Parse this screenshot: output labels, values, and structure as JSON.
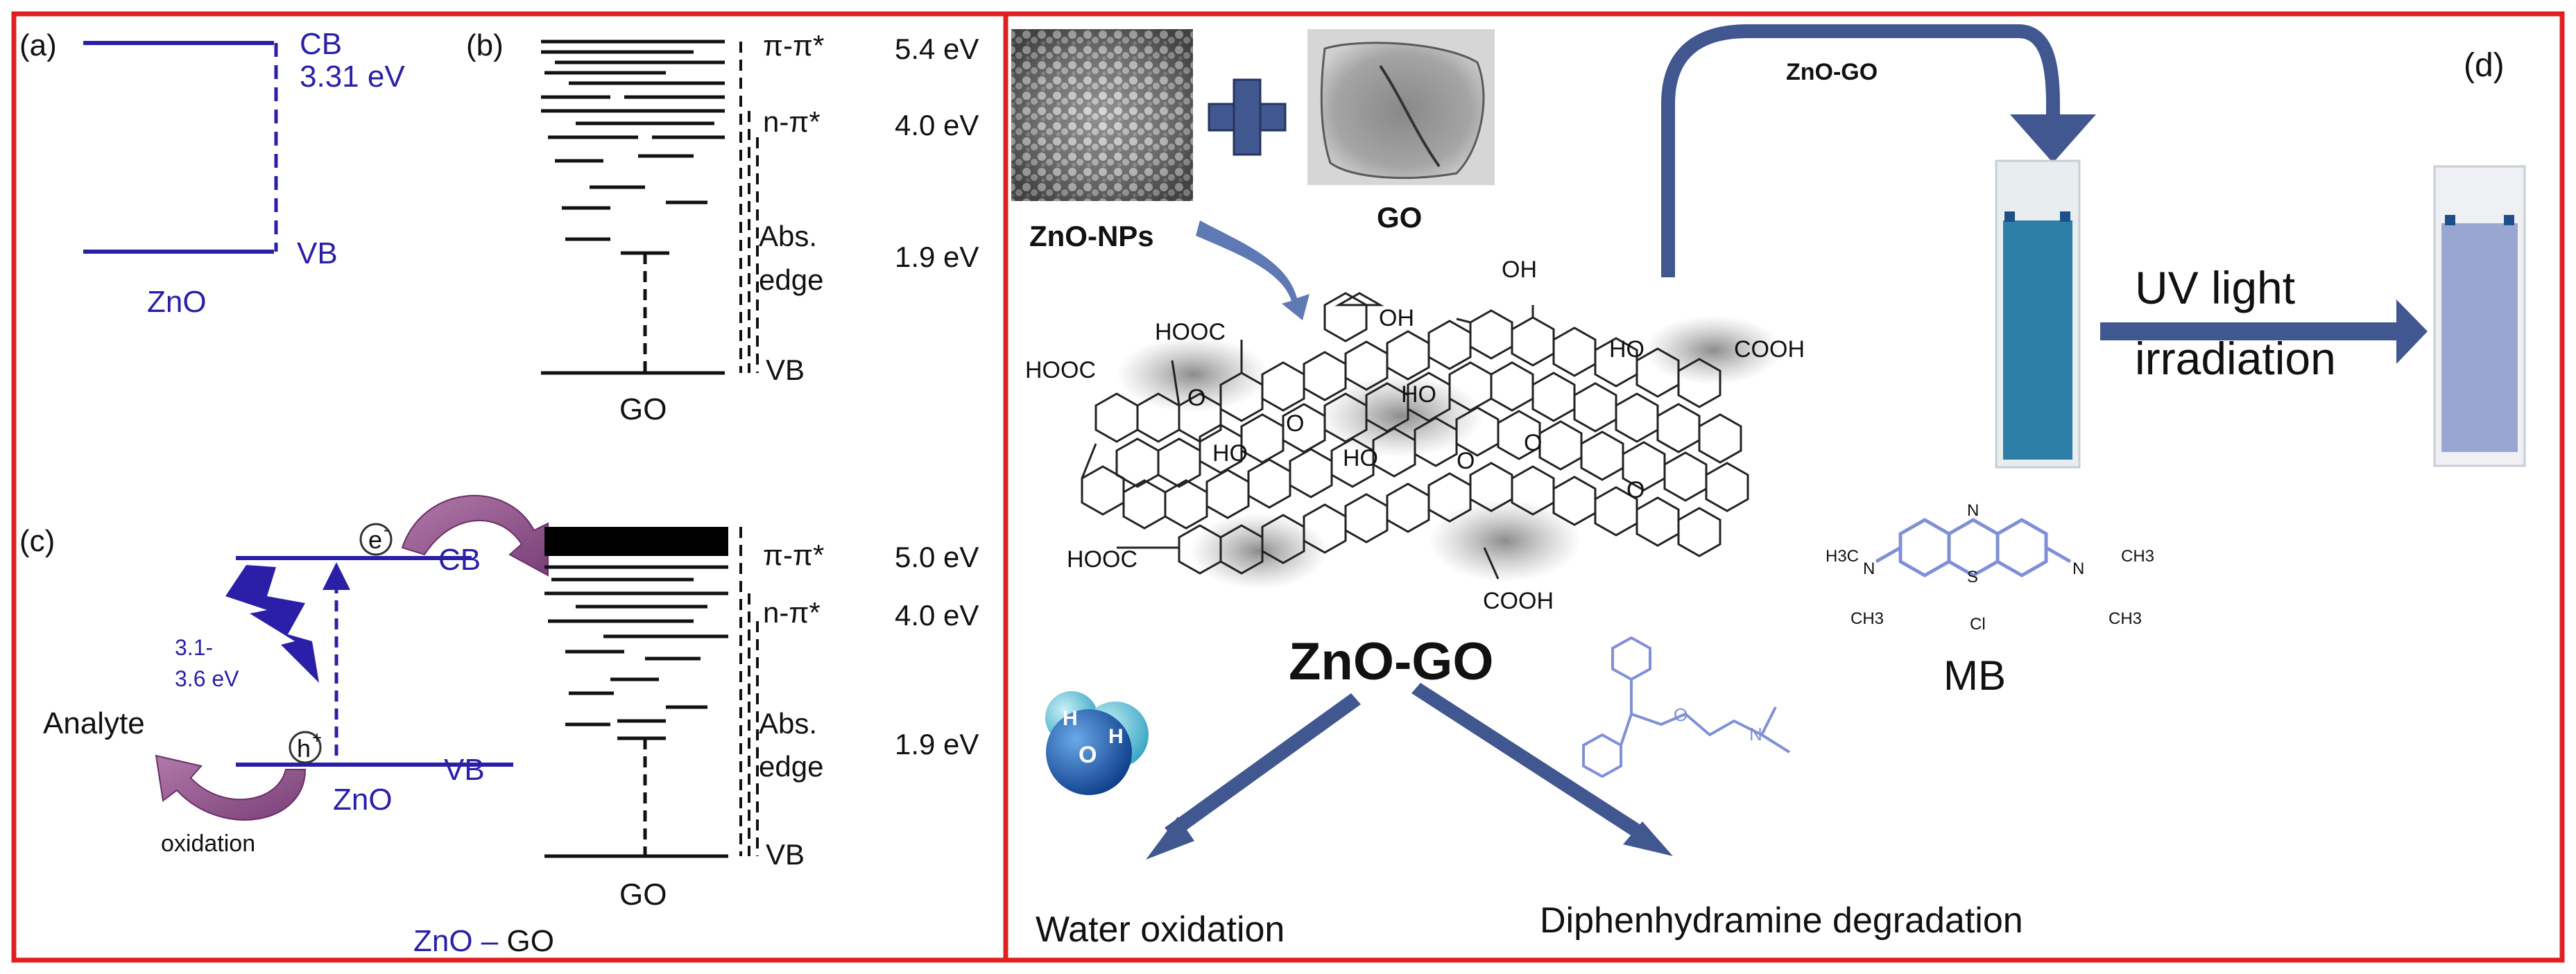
{
  "panel_a": {
    "tag": "(a)",
    "cb": "CB",
    "gap": "3.31 eV",
    "vb": "VB",
    "material": "ZnO"
  },
  "panel_b": {
    "tag": "(b)",
    "pi_pi": "π-π*",
    "n_pi": "n-π*",
    "abs_1": "Abs.",
    "abs_2": "edge",
    "vb": "VB",
    "material": "GO",
    "e1": "5.4 eV",
    "e2": "4.0 eV",
    "e3": "1.9 eV"
  },
  "panel_c": {
    "tag": "(c)",
    "electron": "e",
    "electron_sup": "-",
    "hole": "h",
    "hole_sup": "+",
    "cb": "CB",
    "vb": "VB",
    "zno": "ZnO",
    "gap_1": "3.1-",
    "gap_2": "3.6 eV",
    "analyte": "Analyte",
    "oxidation": "oxidation",
    "pi_pi": "π-π*",
    "n_pi": "n-π*",
    "abs_1": "Abs.",
    "abs_2": "edge",
    "vb_go": "VB",
    "go": "GO",
    "e1": "5.0 eV",
    "e2": "4.0 eV",
    "e3": "1.9 eV",
    "composite_a": "ZnO – ",
    "composite_b": "GO"
  },
  "panel_d": {
    "tag": "(d)",
    "zno_nps": "ZnO-NPs",
    "go": "GO",
    "arrow_label": "ZnO-GO",
    "composite": "ZnO-GO",
    "uv_1": "UV light",
    "uv_2": "irradiation",
    "mb": "MB",
    "water_ox": "Water oxidation",
    "dph": "Diphenhydramine degradation",
    "h2o_h": "H",
    "h2o_o": "O",
    "cooh": "COOH",
    "hooc": "HOOC",
    "oh": "OH",
    "ho": "HO",
    "o": "O",
    "mb_n": "N",
    "mb_s": "S",
    "mb_cl": "Cl",
    "mb_h3c": "H3C",
    "mb_ch3": "CH3",
    "dph_o": "O",
    "dph_n": "N"
  },
  "colors": {
    "frame": "#e02020",
    "zno_blue": "#2b1fa8",
    "arrow_blue": "#41578f",
    "cuvette": "#2e7fa8",
    "cuvette_after": "#9aa6d2",
    "molecule": "#8090d6",
    "h2o": "#1e63b0"
  }
}
